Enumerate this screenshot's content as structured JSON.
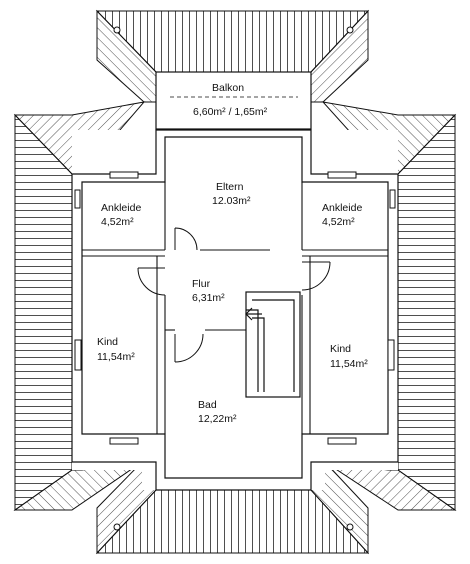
{
  "rooms": {
    "balkon": {
      "name": "Balkon",
      "area": "6,60m² / 1,65m²"
    },
    "eltern": {
      "name": "Eltern",
      "area": "12.03m²"
    },
    "ankleide_left": {
      "name": "Ankleide",
      "area": "4,52m²"
    },
    "ankleide_right": {
      "name": "Ankleide",
      "area": "4,52m²"
    },
    "flur": {
      "name": "Flur",
      "area": "6,31m²"
    },
    "kind_left": {
      "name": "Kind",
      "area": "11,54m²"
    },
    "kind_right": {
      "name": "Kind",
      "area": "11,54m²"
    },
    "bad": {
      "name": "Bad",
      "area": "12,22m²"
    }
  },
  "colors": {
    "line": "#111111",
    "background": "#ffffff"
  }
}
